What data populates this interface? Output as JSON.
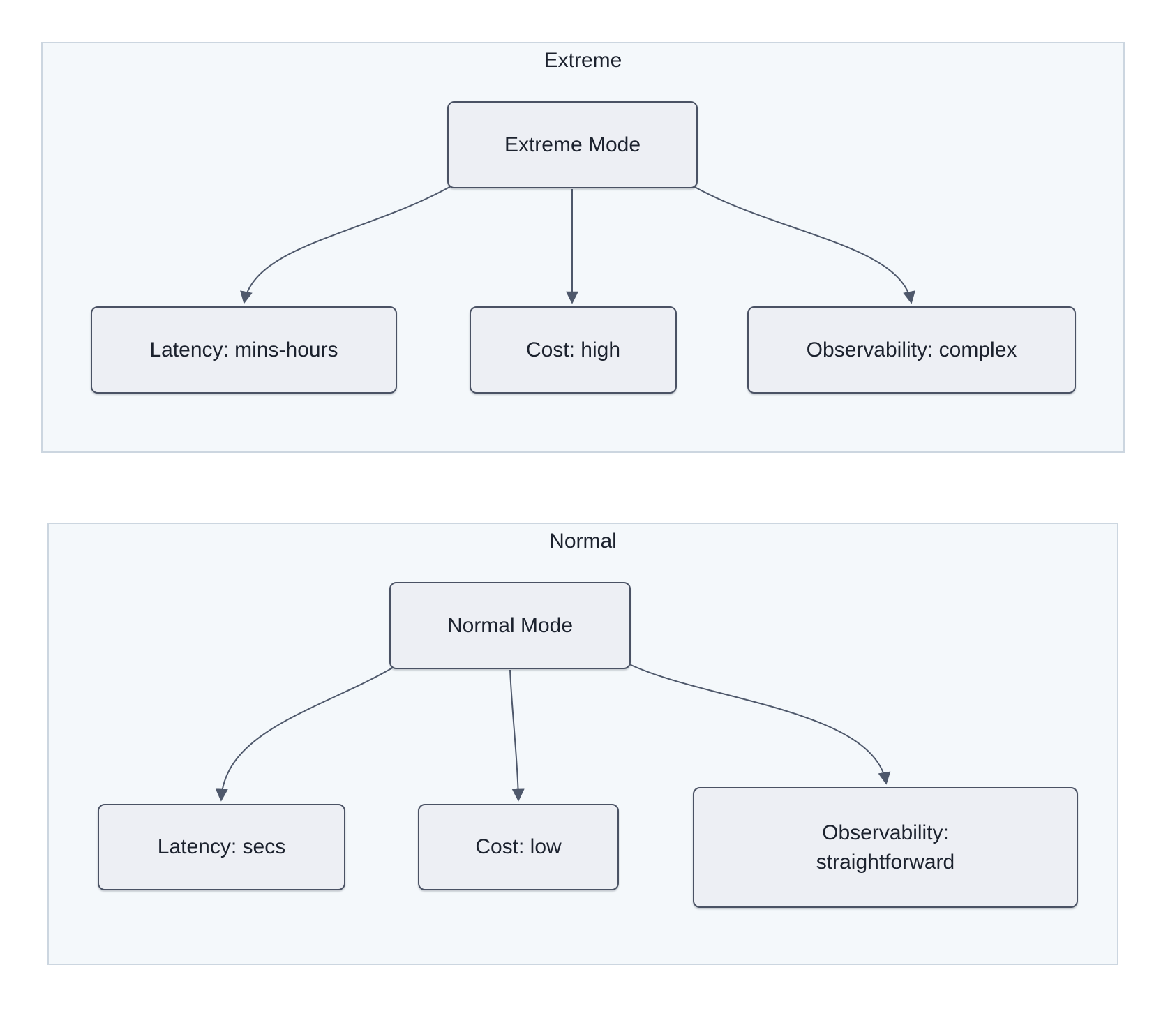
{
  "diagram": {
    "type": "flowchart",
    "direction": "top-down",
    "panels": [
      {
        "title": "Extreme",
        "nodes": [
          {
            "id": "extreme-mode",
            "label": "Extreme Mode"
          },
          {
            "id": "latency-mins-hours",
            "label": "Latency: mins-hours"
          },
          {
            "id": "cost-high",
            "label": "Cost: high"
          },
          {
            "id": "observability-complex",
            "label": "Observability: complex"
          }
        ],
        "edges": [
          {
            "from": "extreme-mode",
            "to": "latency-mins-hours"
          },
          {
            "from": "extreme-mode",
            "to": "cost-high"
          },
          {
            "from": "extreme-mode",
            "to": "observability-complex"
          }
        ]
      },
      {
        "title": "Normal",
        "nodes": [
          {
            "id": "normal-mode",
            "label": "Normal Mode"
          },
          {
            "id": "latency-secs",
            "label": "Latency: secs"
          },
          {
            "id": "cost-low",
            "label": "Cost: low"
          },
          {
            "id": "observability-straightforward",
            "label": "Observability:\nstraightforward"
          }
        ],
        "edges": [
          {
            "from": "normal-mode",
            "to": "latency-secs"
          },
          {
            "from": "normal-mode",
            "to": "cost-low"
          },
          {
            "from": "normal-mode",
            "to": "observability-straightforward"
          }
        ]
      }
    ],
    "colors": {
      "page_background": "#ffffff",
      "panel_background": "#f4f8fb",
      "panel_border": "#ccd6e0",
      "node_background": "#edeff4",
      "node_border": "#4a5264",
      "edge": "#4e586b",
      "text": "#1c222e"
    }
  }
}
